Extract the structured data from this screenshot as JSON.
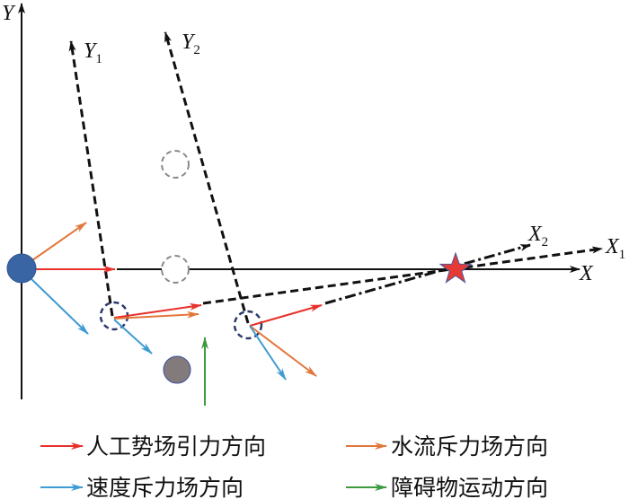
{
  "axes": {
    "y_label": "Y",
    "x_label": "X",
    "y1": {
      "main": "Y",
      "sub": "1"
    },
    "y2": {
      "main": "Y",
      "sub": "2"
    },
    "x1": {
      "main": "X",
      "sub": "1"
    },
    "x2": {
      "main": "X",
      "sub": "2"
    }
  },
  "colors": {
    "attraction": "#e8302a",
    "water_repulsion": "#e2773a",
    "velocity_repulsion": "#3f9bd3",
    "obstacle_motion": "#3c9a3f",
    "vessel": "#3a65a5",
    "obstacle": "#837b7b",
    "target": "#e53a36"
  },
  "legend": [
    {
      "label": "人工势场引力方向",
      "color": "#e8302a"
    },
    {
      "label": "水流斥力场方向",
      "color": "#e2773a"
    },
    {
      "label": "速度斥力场方向",
      "color": "#3f9bd3"
    },
    {
      "label": "障碍物运动方向",
      "color": "#3c9a3f"
    }
  ]
}
